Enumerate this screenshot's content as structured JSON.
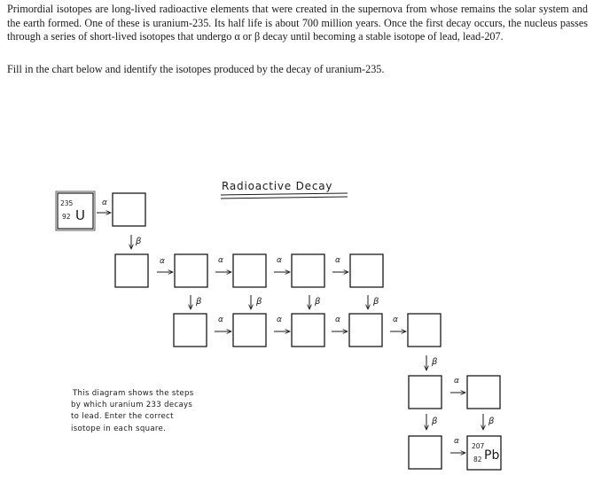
{
  "intro_paragraph": "Primordial isotopes are long-lived radioactive elements that were created in the supernova from whose remains the solar system and the earth formed. One of these is uranium-235. Its half life is about 700 million years. Once the first decay occurs, the nucleus passes through a series of short-lived isotopes that undergo α or β decay until becoming a stable isotope of lead, lead-207.",
  "instruction": "Fill in the chart below and identify the isotopes produced by the decay of uranium-235.",
  "diagram": {
    "title": "Radioactive Decay",
    "alpha_label": "α",
    "beta_label": "β",
    "start_isotope": {
      "mass": "235",
      "atomic": "92",
      "symbol": "U"
    },
    "end_isotope": {
      "mass": "207",
      "atomic": "82",
      "symbol": "Pb"
    },
    "note_lines": [
      "This diagram shows the steps",
      "by which uranium 233 decays",
      "to lead. Enter the correct",
      "isotope in each square."
    ]
  }
}
